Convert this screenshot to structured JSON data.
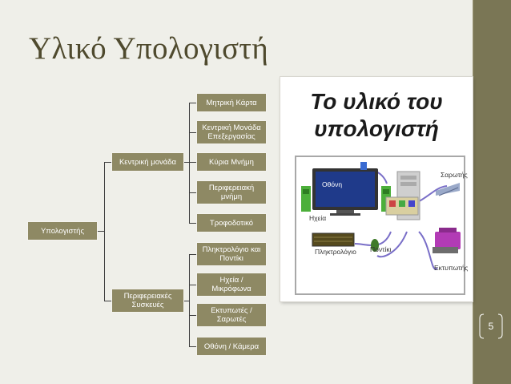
{
  "slide": {
    "title": "Υλικό Υπολογιστή",
    "page_number": "5"
  },
  "tree": {
    "root": "Υπολογιστής",
    "branches": [
      {
        "label": "Κεντρική μονάδα",
        "children": [
          "Μητρική Κάρτα",
          "Κεντρική Μονάδα Επεξεργασίας",
          "Κύρια Μνήμη",
          "Περιφερειακή μνήμη",
          "Τροφοδοτικό"
        ]
      },
      {
        "label": "Περιφερειακές Συσκευές",
        "children": [
          "Πληκτρολόγιο και Ποντίκι",
          "Ηχεία / Μικρόφωνα",
          "Εκτυπωτές / Σαρωτές",
          "Οθόνη / Κάμερα"
        ]
      }
    ]
  },
  "picture": {
    "title_line1": "Το υλικό του",
    "title_line2": "υπολογιστή",
    "labels": {
      "monitor": "Οθόνη",
      "speakers": "Ηχεία",
      "keyboard": "Πληκτρολόγιο",
      "mouse": "Ποντίκι",
      "scanner": "Σαρωτής",
      "printer": "Εκτυπωτής"
    }
  },
  "colors": {
    "node_fill": "#8e8964",
    "title_text": "#4f4a2e",
    "band": "#7a7655",
    "background": "#efefe9"
  }
}
